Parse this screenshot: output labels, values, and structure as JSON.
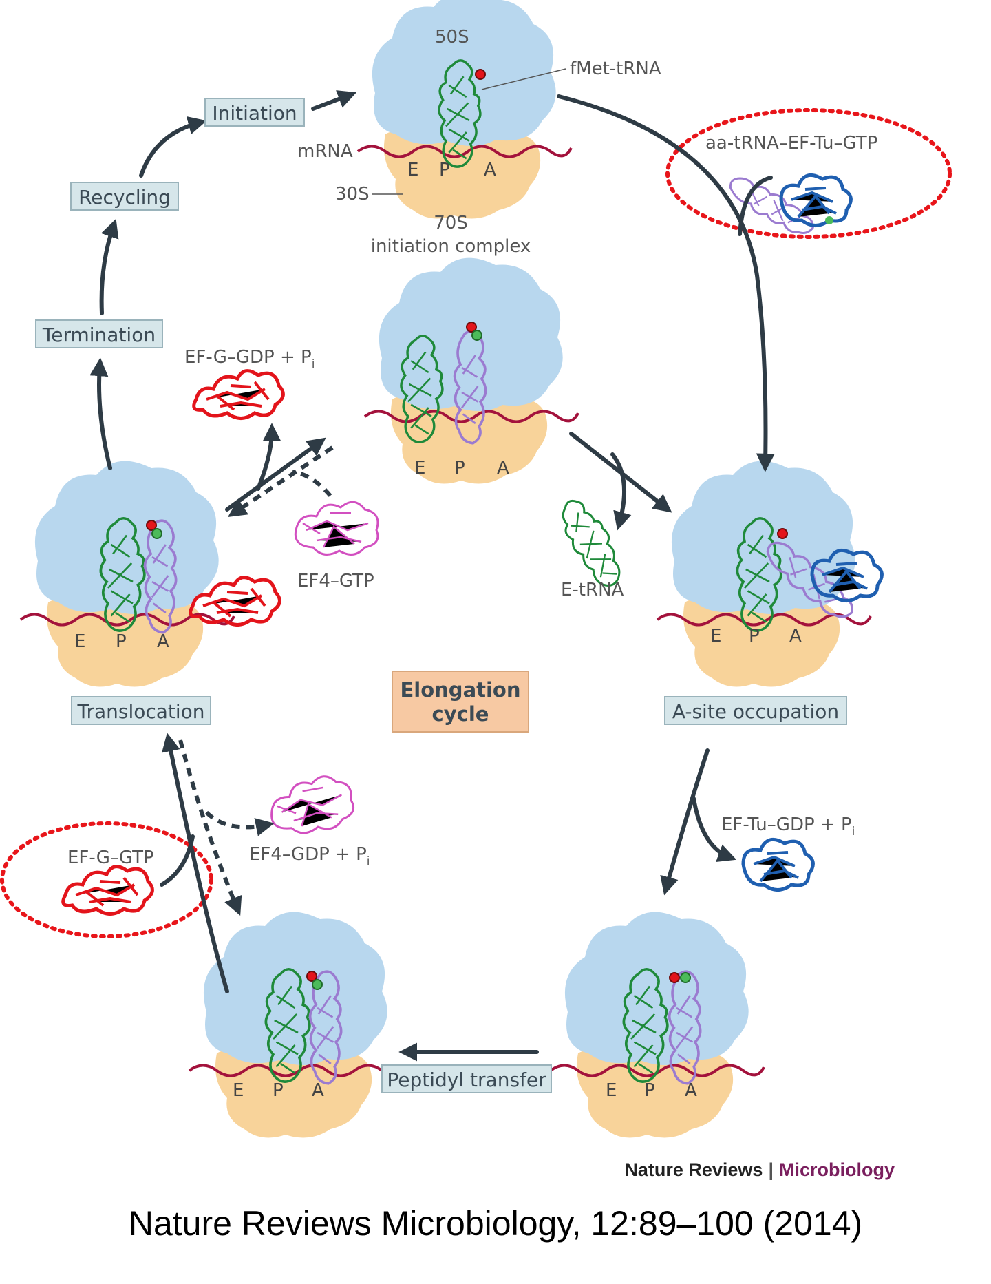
{
  "stages": {
    "initiation": "Initiation",
    "recycling": "Recycling",
    "termination": "Termination",
    "translocation": "Translocation",
    "a_site_occupation": "A-site occupation",
    "peptidyl_transfer": "Peptidyl transfer"
  },
  "center": {
    "line1": "Elongation",
    "line2": "cycle"
  },
  "labels": {
    "s50": "50S",
    "fmet_trna": "fMet-tRNA",
    "mrna": "mRNA",
    "s30": "30S",
    "s70": "70S",
    "initiation_complex": "initiation complex",
    "aa_trna": "aa-tRNA–EF-Tu–GTP",
    "ef_g_gdp": "EF-G–GDP + P",
    "ef4_gtp": "EF4–GTP",
    "e_trna": "E-tRNA",
    "ef_tu_gdp": "EF-Tu–GDP + P",
    "ef4_gdp": "EF4–GDP + P",
    "ef_g_gtp": "EF-G–GTP",
    "subscript_i": "i"
  },
  "sites": {
    "e": "E",
    "p": "P",
    "a": "A"
  },
  "journal": {
    "name": "Nature Reviews",
    "separator": "|",
    "section": "Microbiology"
  },
  "citation": "Nature Reviews Microbiology, 12:89–100 (2014)",
  "colors": {
    "subunit_50s": "#b8d7ee",
    "subunit_30s": "#f8d39a",
    "trna_p_site": "#1f8a3a",
    "trna_a_site": "#9b7bd0",
    "ef_g": "#e3141b",
    "ef_tu": "#1f5fb0",
    "ef4": "#d24fc0",
    "mrna": "#a3123c",
    "highlight_ring": "#e8151a",
    "center_box": "#f7c9a3",
    "journal_section": "#7a1f5e"
  }
}
